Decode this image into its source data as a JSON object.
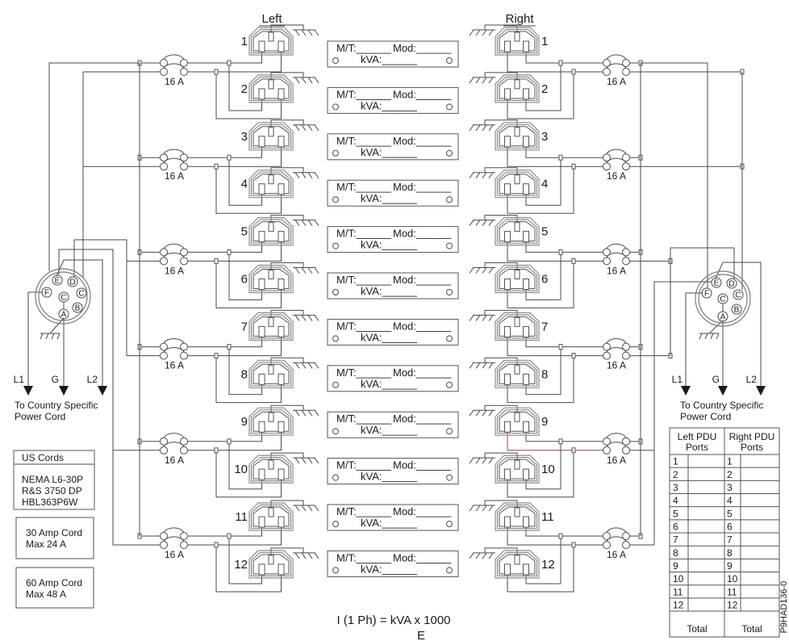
{
  "headers": {
    "left": "Left",
    "right": "Right"
  },
  "receptacles": {
    "left": [
      "1",
      "2",
      "3",
      "4",
      "5",
      "6",
      "7",
      "8",
      "9",
      "10",
      "11",
      "12"
    ],
    "right": [
      "1",
      "2",
      "3",
      "4",
      "5",
      "6",
      "7",
      "8",
      "9",
      "10",
      "11",
      "12"
    ]
  },
  "label_plates": [
    {
      "mt": "M/T:______",
      "mod": "Mod:______",
      "kva": "kVA:______"
    },
    {
      "mt": "M/T:______",
      "mod": "Mod:______",
      "kva": "kVA:______"
    },
    {
      "mt": "M/T:______",
      "mod": "Mod:______",
      "kva": "kVA:______"
    },
    {
      "mt": "M/T:______",
      "mod": "Mod:______",
      "kva": "kVA:______"
    },
    {
      "mt": "M/T:______",
      "mod": "Mod:______",
      "kva": "kVA:______"
    },
    {
      "mt": "M/T:______",
      "mod": "Mod:______",
      "kva": "kVA:______"
    },
    {
      "mt": "M/T:______",
      "mod": "Mod:______",
      "kva": "kVA:______"
    },
    {
      "mt": "M/T:______",
      "mod": "Mod:______",
      "kva": "kVA:______"
    },
    {
      "mt": "M/T:______",
      "mod": "Mod:______",
      "kva": "kVA:______"
    },
    {
      "mt": "M/T:______",
      "mod": "Mod:______",
      "kva": "kVA:______"
    },
    {
      "mt": "M/T:______",
      "mod": "Mod:______",
      "kva": "kVA:______"
    },
    {
      "mt": "M/T:______",
      "mod": "Mod:______",
      "kva": "kVA:______"
    }
  ],
  "breakers": {
    "left": [
      "16 A",
      "16 A",
      "16 A",
      "16 A",
      "16 A",
      "16 A"
    ],
    "right": [
      "16 A",
      "16 A",
      "16 A",
      "16 A",
      "16 A",
      "16 A"
    ]
  },
  "connectors": {
    "left": {
      "pins": {
        "E": "E",
        "D": "D",
        "F": "F",
        "C_outer": "C",
        "C_center": "C",
        "B": "B",
        "A": "A"
      },
      "outputs": [
        "L1",
        "G",
        "L2"
      ],
      "caption": [
        "To Country Specific",
        "Power Cord"
      ]
    },
    "right": {
      "pins": {
        "E": "E",
        "D": "D",
        "F": "F",
        "C_outer": "C",
        "C_center": "C",
        "B": "B",
        "A": "A"
      },
      "outputs": [
        "L1",
        "G",
        "L2"
      ],
      "caption": [
        "To Country Specific",
        "Power Cord"
      ]
    }
  },
  "us_cords": {
    "title": "US Cords",
    "items": [
      "NEMA L6-30P",
      "R&S 3750 DP",
      "HBL363P6W"
    ]
  },
  "cord_ratings": [
    {
      "lines": [
        "30 Amp Cord",
        "Max 24 A"
      ]
    },
    {
      "lines": [
        "60 Amp Cord",
        "Max 48 A"
      ]
    }
  ],
  "port_table": {
    "headers": [
      [
        "Left PDU",
        "Ports"
      ],
      [
        "Right PDU",
        "Ports"
      ]
    ],
    "left_ports": [
      "1",
      "2",
      "3",
      "4",
      "5",
      "6",
      "7",
      "8",
      "9",
      "10",
      "11",
      "12"
    ],
    "right_ports": [
      "1",
      "2",
      "3",
      "4",
      "5",
      "6",
      "7",
      "8",
      "9",
      "10",
      "11",
      "12"
    ],
    "total": [
      "Total",
      "Total"
    ]
  },
  "formula": {
    "line1": "I (1 Ph) = kVA x 1000",
    "line2": "E"
  },
  "figure_id": "P9HAD136-0",
  "colors": {
    "wire": "#4a4a4a",
    "shell": "#8c8c8c",
    "text": "#1a1a1a",
    "accent_wire": "#8a4b3c"
  }
}
